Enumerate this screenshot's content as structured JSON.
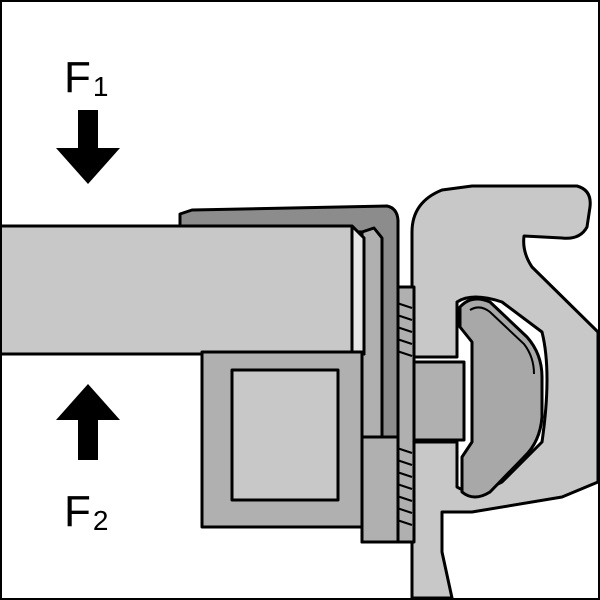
{
  "labels": {
    "force_top": {
      "main": "F",
      "sub": "1"
    },
    "force_bottom": {
      "main": "F",
      "sub": "2"
    }
  },
  "colors": {
    "background": "#ffffff",
    "outline": "#000000",
    "part_light": "#c8c8c8",
    "part_mid": "#b0b0b0",
    "part_dark": "#8c8c8c",
    "arrow": "#000000"
  }
}
